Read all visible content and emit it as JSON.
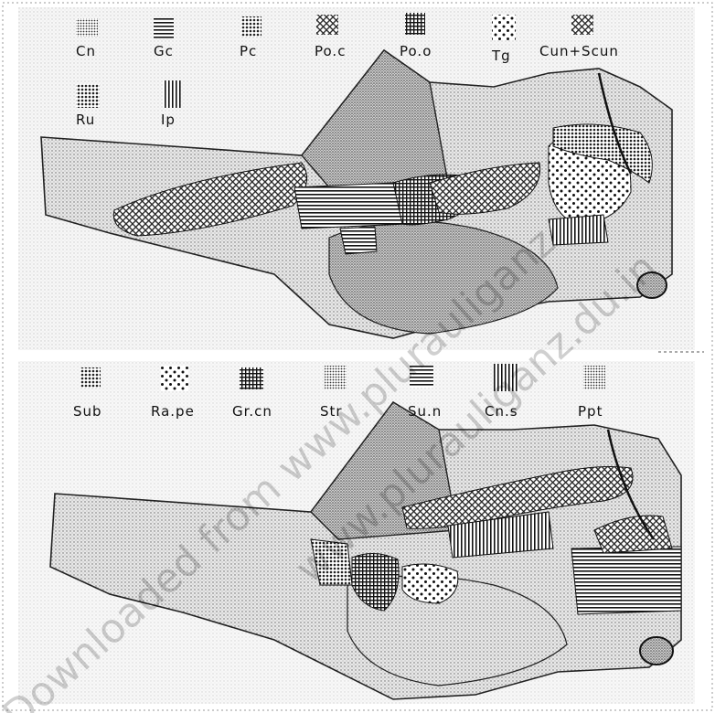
{
  "top_legend": [
    {
      "label": "Cn",
      "pattern": "dots-fine"
    },
    {
      "label": "Gc",
      "pattern": "hlines"
    },
    {
      "label": "Pc",
      "pattern": "dots-medium"
    },
    {
      "label": "Po.c",
      "pattern": "crosshatch"
    },
    {
      "label": "Po.o",
      "pattern": "grid"
    },
    {
      "label": "Tg",
      "pattern": "dots-coarse"
    },
    {
      "label": "Cun+Scun",
      "pattern": "crosshatch"
    },
    {
      "label": "Ru",
      "pattern": "dots-medium"
    },
    {
      "label": "Ip",
      "pattern": "vlines"
    }
  ],
  "bottom_legend": [
    {
      "label": "Sub",
      "pattern": "dots-medium"
    },
    {
      "label": "Ra.pe",
      "pattern": "dots-coarse"
    },
    {
      "label": "Gr.cn",
      "pattern": "grid"
    },
    {
      "label": "Str",
      "pattern": "dots-fine"
    },
    {
      "label": "Su.n",
      "pattern": "hlines"
    },
    {
      "label": "Cn.s",
      "pattern": "vlines"
    },
    {
      "label": "Ppt",
      "pattern": "dots-fine"
    }
  ],
  "watermark": {
    "upper": "www.plurauliganz.du.in",
    "lower": "Downloaded from www.plurauliganz"
  },
  "colors": {
    "ink": "#111111",
    "paper": "#ffffff",
    "bone": "#bdbdbd"
  }
}
